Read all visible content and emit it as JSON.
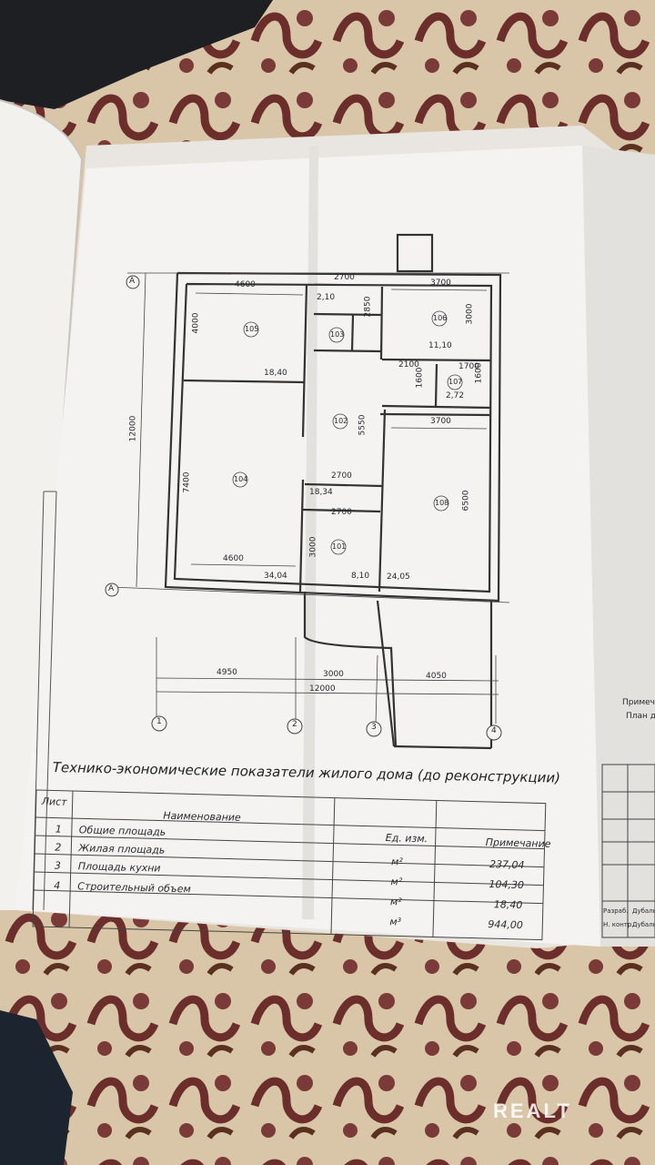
{
  "plan": {
    "axis_rows": [
      "A",
      "A"
    ],
    "axis_cols": [
      "1",
      "2",
      "3",
      "4"
    ],
    "rooms": [
      "105",
      "103",
      "106",
      "107",
      "102",
      "104",
      "108",
      "101"
    ],
    "dims": {
      "d4600_top": "4600",
      "d2700_top": "2700",
      "d3700_top": "3700",
      "d210": "2,10",
      "d2850": "2850",
      "d3000_r": "3000",
      "d4000": "4000",
      "d1110": "11,10",
      "d2100": "2100",
      "d1700": "1700",
      "d1600a": "1600",
      "d1600b": "1600",
      "d272": "2,72",
      "d1840": "18,40",
      "d5550": "5550",
      "d3700_mid": "3700",
      "d12000_v": "12000",
      "d7400": "7400",
      "d2700_mid": "2700",
      "d1834": "18,34",
      "d2700_low": "2700",
      "d6500": "6500",
      "d3000_l": "3000",
      "d4600_bot": "4600",
      "d3404": "34,04",
      "d810": "8,10",
      "d2405": "24,05",
      "d4950": "4950",
      "d3000_b": "3000",
      "d4050": "4050",
      "d12000_h": "12000"
    }
  },
  "side": {
    "line1": "Примечан",
    "line2": "План дом",
    "stamp1": "Разраб.",
    "stamp2": "Н. контр.",
    "name1": "Дубаль",
    "name2": "Дубаль"
  },
  "table": {
    "title": "Технико-экономические показатели жилого дома (до реконструкции)",
    "headers": {
      "num": "Лист",
      "name": "Наименование",
      "unit": "Ед. изм.",
      "note": "Примечание"
    },
    "rows": [
      {
        "num": "1",
        "name": "Общие площадь",
        "unit": "м²",
        "note": "237,04"
      },
      {
        "num": "2",
        "name": "Жилая площадь",
        "unit": "м²",
        "note": "104,30"
      },
      {
        "num": "3",
        "name": "Площадь кухни",
        "unit": "м²",
        "note": "18,40"
      },
      {
        "num": "4",
        "name": "Строительный объем",
        "unit": "м³",
        "note": "944,00"
      }
    ]
  },
  "watermark": "REALT"
}
